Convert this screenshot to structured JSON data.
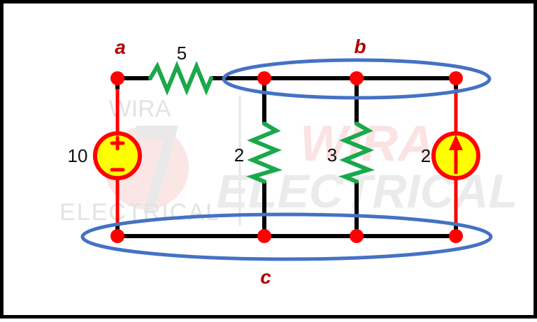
{
  "diagram": {
    "type": "circuit-schematic",
    "colors": {
      "border": "#000000",
      "wire": "#000000",
      "node": "#ff0000",
      "resistor": "#1aa84a",
      "source_fill": "#ffff00",
      "source_stroke": "#ff0000",
      "source_lead": "#ff0000",
      "node_label": "#b00000",
      "ellipse": "#4472c4",
      "value_text": "#111111",
      "watermark_gray": "#d9d9d9",
      "watermark_red": "#fbe3e3"
    },
    "nodes": {
      "a": {
        "label": "a"
      },
      "b": {
        "label": "b"
      },
      "c": {
        "label": "c"
      }
    },
    "components": {
      "r_series": {
        "kind": "resistor",
        "value": "5",
        "between": "a-b"
      },
      "r_left": {
        "kind": "resistor",
        "value": "2",
        "between": "b-c"
      },
      "r_right": {
        "kind": "resistor",
        "value": "3",
        "between": "b-c"
      },
      "v_source": {
        "kind": "voltage-source",
        "value": "10",
        "plus": "+",
        "minus": "−",
        "between": "a-c"
      },
      "i_source": {
        "kind": "current-source",
        "value": "2",
        "direction": "up",
        "between": "c-b"
      }
    },
    "watermark": {
      "line1": "WIRA",
      "line2": "ELECTRICAL"
    }
  }
}
